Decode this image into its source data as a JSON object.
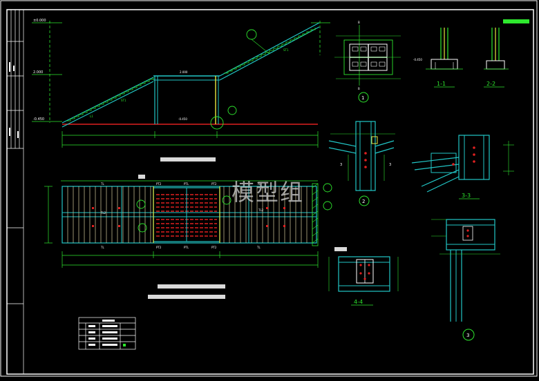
{
  "watermark": "模型组",
  "labels": {
    "section_1_1": "1-1",
    "section_2_2": "2-2",
    "section_3_3": "3-3",
    "section_4_4": "4-4",
    "detail_1": "1",
    "detail_2": "2",
    "detail_3": "3"
  },
  "colors": {
    "background": "#000000",
    "frame": "#ffffff",
    "steel": "#22c7c7",
    "dimension": "#2ee82e",
    "grid": "#d8d0a0",
    "highlight": "#e02020",
    "column": "#e8e840",
    "text": "#ffffff"
  }
}
